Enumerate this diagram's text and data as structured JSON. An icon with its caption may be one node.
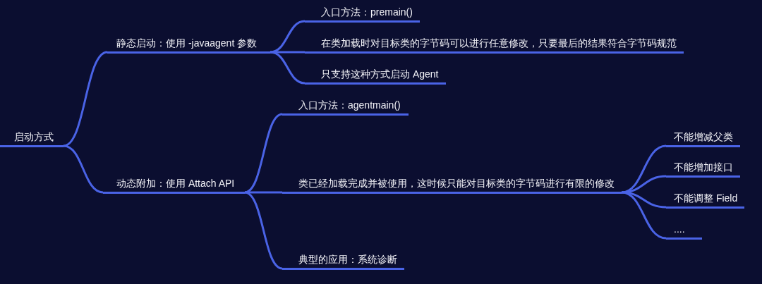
{
  "diagram": {
    "nodes": [
      {
        "text": [
          "启动方式"
        ]
      },
      {
        "text": [
          "静态启动：使用 -javaagent 参数"
        ]
      },
      {
        "text": [
          "入口方法：premain()"
        ]
      },
      {
        "text": [
          "在类加载时对目标类的字节码可以进行任意修改，只要最后的结果符合字节码规范"
        ]
      },
      {
        "text": [
          "只支持这种方式启动 Agent"
        ]
      },
      {
        "text": [
          "动态附加：使用 Attach API"
        ]
      },
      {
        "text": [
          "入口方法：agentmain()"
        ]
      },
      {
        "text": [
          "类已经加载完成并被使用，这时候只能对目标类的字节码进行有限的修改"
        ]
      },
      {
        "text": [
          "不能增减父类"
        ]
      },
      {
        "text": [
          "不能增加接口"
        ]
      },
      {
        "text": [
          "不能调整 Field"
        ]
      },
      {
        "text": [
          "...."
        ]
      },
      {
        "text": [
          "典型的应用：系统诊断"
        ]
      }
    ],
    "edges": [
      {
        "from": 0,
        "to": 1,
        "arrow": "none"
      },
      {
        "from": 1,
        "to": 2,
        "arrow": "none"
      },
      {
        "from": 1,
        "to": 3,
        "arrow": "none"
      },
      {
        "from": 1,
        "to": 4,
        "arrow": "none"
      },
      {
        "from": 0,
        "to": 5,
        "arrow": "none"
      },
      {
        "from": 5,
        "to": 6,
        "arrow": "none"
      },
      {
        "from": 5,
        "to": 7,
        "arrow": "none"
      },
      {
        "from": 7,
        "to": 8,
        "arrow": "none"
      },
      {
        "from": 7,
        "to": 9,
        "arrow": "none"
      },
      {
        "from": 7,
        "to": 10,
        "arrow": "none"
      },
      {
        "from": 7,
        "to": 11,
        "arrow": "none"
      },
      {
        "from": 5,
        "to": 12,
        "arrow": "none"
      }
    ]
  }
}
